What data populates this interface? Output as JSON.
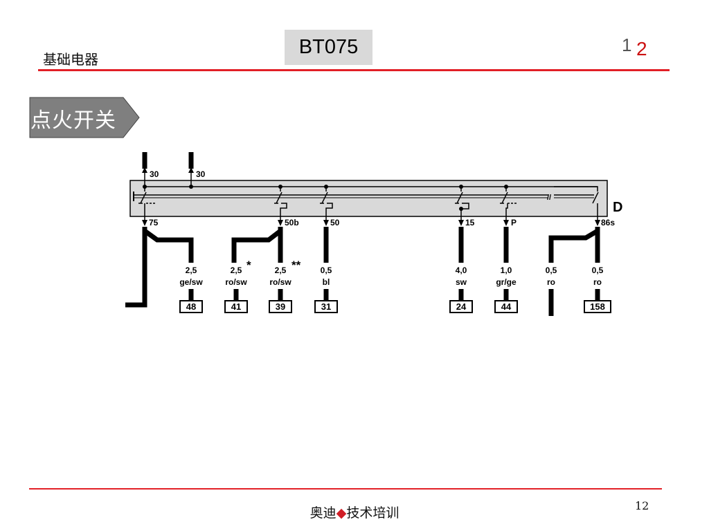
{
  "header": {
    "title": "基础电器",
    "code": "BT075",
    "page_prev": "1",
    "page_current": "2"
  },
  "section": {
    "label": "点火开关"
  },
  "diagram": {
    "component": "D",
    "inputs": [
      {
        "label": "30"
      },
      {
        "label": "30"
      }
    ],
    "outputs": [
      {
        "terminal": "75"
      },
      {
        "terminal": "50b"
      },
      {
        "terminal": "50"
      },
      {
        "terminal": "15"
      },
      {
        "terminal": "P"
      },
      {
        "terminal": "86s"
      }
    ],
    "wires": [
      {
        "gauge": "2,5",
        "color": "ge/sw",
        "mark": "",
        "conn": "48"
      },
      {
        "gauge": "2,5",
        "color": "ro/sw",
        "mark": "*",
        "conn": "41"
      },
      {
        "gauge": "2,5",
        "color": "ro/sw",
        "mark": "**",
        "conn": "39"
      },
      {
        "gauge": "0,5",
        "color": "bl",
        "mark": "",
        "conn": "31"
      },
      {
        "gauge": "4,0",
        "color": "sw",
        "mark": "",
        "conn": "24"
      },
      {
        "gauge": "1,0",
        "color": "gr/ge",
        "mark": "",
        "conn": "44"
      },
      {
        "gauge": "0,5",
        "color": "ro",
        "mark": "",
        "conn": ""
      },
      {
        "gauge": "0,5",
        "color": "ro",
        "mark": "",
        "conn": "158"
      }
    ]
  },
  "footer": {
    "text_left": "奥迪",
    "diamond": "◆",
    "text_right": "技术培训",
    "page_number": "12"
  }
}
